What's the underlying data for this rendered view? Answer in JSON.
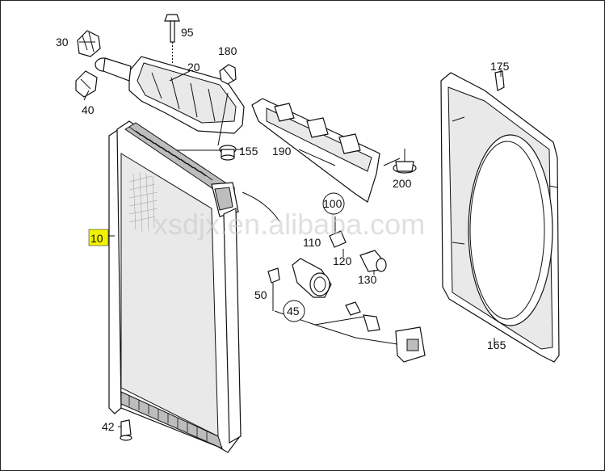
{
  "watermark": "xsdjx.en.alibaba.com",
  "highlight_color": "#f2f200",
  "callouts": {
    "c10": "10",
    "c20": "20",
    "c30": "30",
    "c40": "40",
    "c42": "42",
    "c45": "45",
    "c50": "50",
    "c95": "95",
    "c100": "100",
    "c110": "110",
    "c120": "120",
    "c130": "130",
    "c155": "155",
    "c165": "165",
    "c175": "175",
    "c180": "180",
    "c190": "190",
    "c200": "200"
  }
}
